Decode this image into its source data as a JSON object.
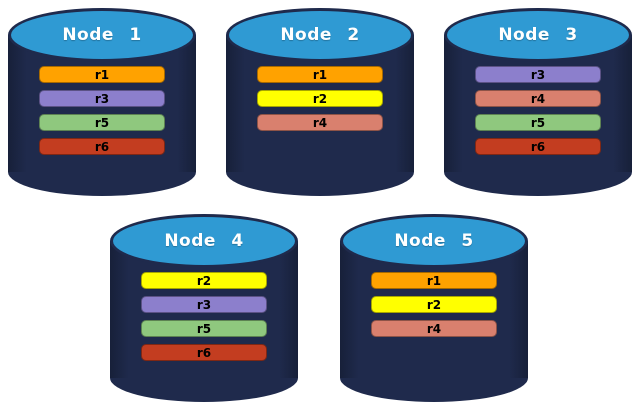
{
  "diagram": {
    "description": "Five database nodes with replica placement",
    "background_color": "#ffffff"
  },
  "colors": {
    "cylinder_body": "#1F2A4C",
    "cylinder_body_edge": "#172039",
    "cylinder_top_fill": "#2F9AD3",
    "cylinder_top_border": "#1F2A4C",
    "node_label_text": "#ffffff",
    "replica_label_text": "#000000"
  },
  "replica_colors": {
    "r1": "#FFA200",
    "r2": "#FFFF00",
    "r3": "#8C7FCC",
    "r4": "#D9806E",
    "r5": "#8FC87E",
    "r6": "#C33D20"
  },
  "nodes": [
    {
      "label": "Node 1",
      "replicas": [
        "r1",
        "r3",
        "r5",
        "r6"
      ]
    },
    {
      "label": "Node 2",
      "replicas": [
        "r1",
        "r2",
        "r4"
      ]
    },
    {
      "label": "Node 3",
      "replicas": [
        "r3",
        "r4",
        "r5",
        "r6"
      ]
    },
    {
      "label": "Node 4",
      "replicas": [
        "r2",
        "r3",
        "r5",
        "r6"
      ]
    },
    {
      "label": "Node 5",
      "replicas": [
        "r1",
        "r2",
        "r4"
      ]
    }
  ],
  "layout": {
    "rows": [
      [
        0,
        1,
        2
      ],
      [
        3,
        4
      ]
    ]
  }
}
